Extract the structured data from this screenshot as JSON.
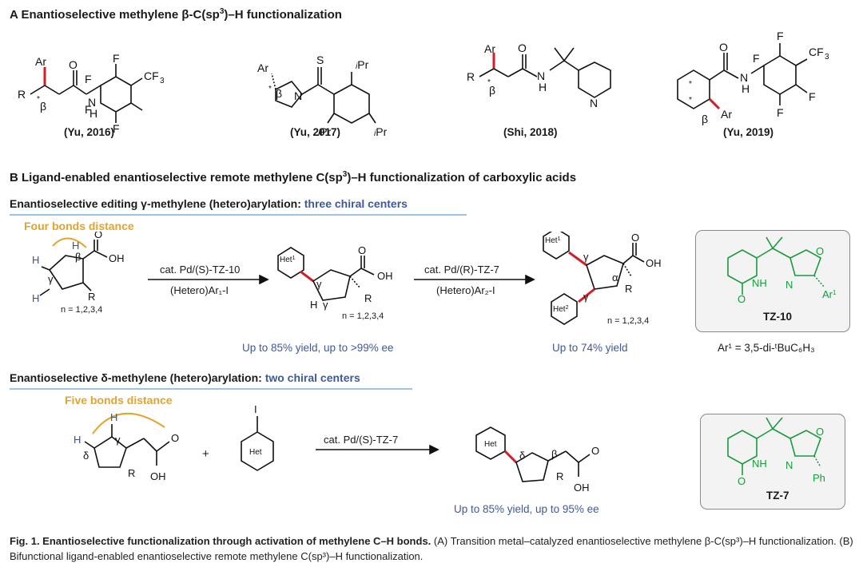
{
  "sectionA": {
    "letter": "A",
    "title_pre": " Enantioselective methylene β-C(sp",
    "title_sup": "3",
    "title_post": ")–H functionalization",
    "citations": [
      "(Yu, 2016)",
      "(Yu, 2017)",
      "(Shi, 2018)",
      "(Yu, 2019)"
    ]
  },
  "sectionB": {
    "letter": "B",
    "title_pre": " Ligand-enabled enantioselective remote methylene C(sp",
    "title_sup": "3",
    "title_post": ")–H functionalization of carboxylic acids",
    "gamma": {
      "heading_pre": "Enantioselective editing γ-methylene (hetero)arylation: ",
      "heading_hl": "three chiral centers",
      "distance": "Four bonds distance",
      "n_label": "n = 1,2,3,4",
      "step1_line1": "cat. Pd/(S)-TZ-10",
      "step1_line2": "(Hetero)Ar₁-I",
      "step2_line1": "cat. Pd/(R)-TZ-7",
      "step2_line2": "(Hetero)Ar₂-I",
      "yield1": "Up to 85% yield, up to >99% ee",
      "yield2": "Up to 74% yield"
    },
    "delta": {
      "heading_pre": "Enantioselective δ-methylene (hetero)arylation: ",
      "heading_hl": "two chiral centers",
      "distance": "Five bonds distance",
      "plus": "+",
      "step_line1": "cat. Pd/(S)-TZ-7",
      "yield": "Up to 85% yield, up to 95% ee"
    },
    "ligands": {
      "tz10_name": "TZ-10",
      "tz10_note": "Ar¹ = 3,5-di-ᵗBuC₆H₃",
      "tz7_name": "TZ-7"
    }
  },
  "caption": {
    "bold": "Fig. 1. Enantioselective functionalization through activation of methylene C–H bonds.",
    "text": " (A) Transition metal–catalyzed enantioselective methylene β-C(sp³)–H functionalization. (B) Bifunctional ligand-enabled enantioselective remote methylene C(sp³)–H functionalization."
  },
  "colors": {
    "highlight_blue": "#3d5a9c",
    "distance_orange": "#e3a42a",
    "bond_red": "#d01f26",
    "ligand_green": "#1a9a3c",
    "rule_blue": "#9fc3de"
  }
}
